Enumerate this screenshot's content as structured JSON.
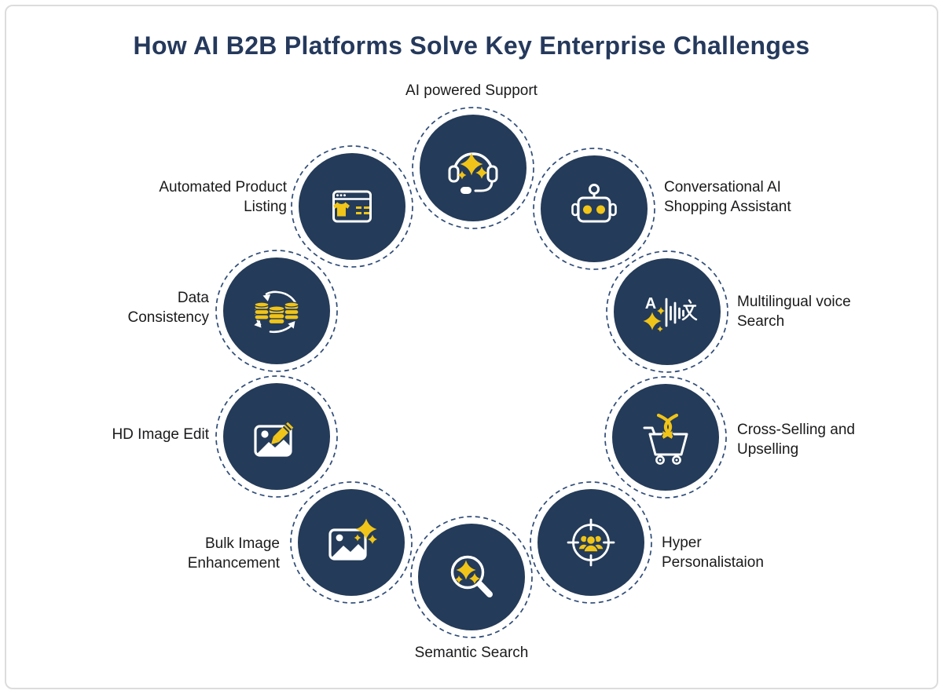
{
  "title": "How AI B2B Platforms Solve Key Enterprise Challenges",
  "colors": {
    "circle_navy": "#243B59",
    "accent_yellow": "#F0C419",
    "title_navy": "#25395C",
    "label_dark": "#1A1A1C",
    "dashed_ring": "#2F4C78",
    "page_border": "#DCDCDC"
  },
  "nodes": [
    {
      "label": "AI powered Support",
      "icon": "headset-sparkles-icon"
    },
    {
      "label": "Automated Product\nListing",
      "icon": "product-listing-browser-icon"
    },
    {
      "label": "Conversational AI\nShopping Assistant",
      "icon": "robot-icon"
    },
    {
      "label": "Data\nConsistency",
      "icon": "database-sync-icon"
    },
    {
      "label": "Multilingual voice\nSearch",
      "icon": "translate-voice-wave-icon"
    },
    {
      "label": "HD Image Edit",
      "icon": "image-edit-pencil-icon"
    },
    {
      "label": "Cross-Selling and\nUpselling",
      "icon": "cart-cross-arrows-icon"
    },
    {
      "label": "Bulk Image\nEnhancement",
      "icon": "image-sparkles-icon"
    },
    {
      "label": "Hyper\nPersonalistaion",
      "icon": "target-audience-icon"
    },
    {
      "label": "Semantic Search",
      "icon": "magnifier-sparkles-icon"
    }
  ]
}
